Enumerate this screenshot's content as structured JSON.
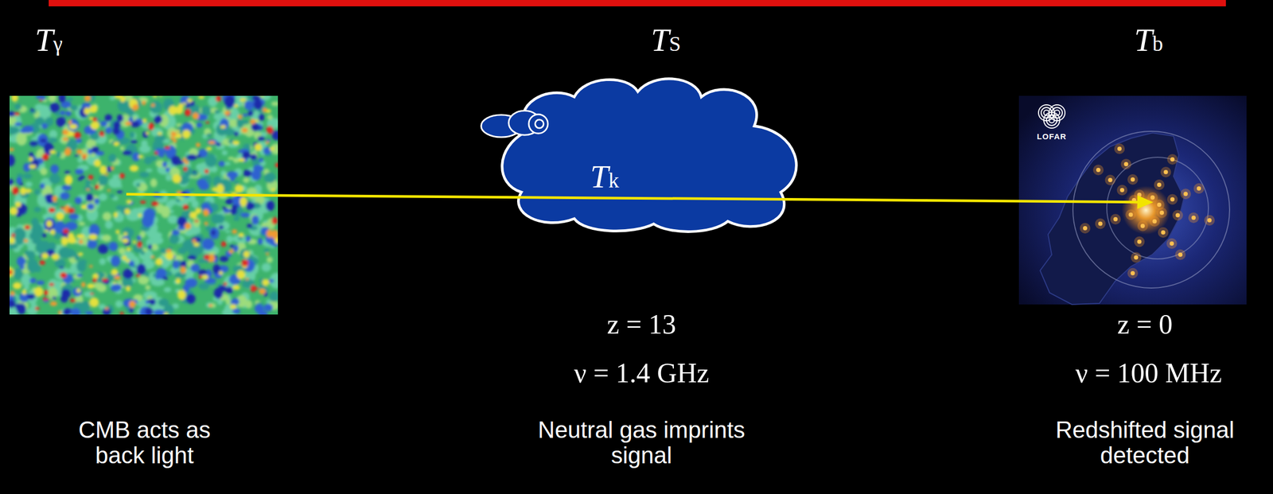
{
  "diagram": {
    "nodes": [
      {
        "text": [
          "Tγ"
        ]
      },
      {
        "text": [
          "TS",
          "Tk"
        ]
      },
      {
        "text": [
          "Tb"
        ]
      }
    ],
    "edges": [
      {
        "from": 0,
        "to": 2,
        "arrow": "to"
      }
    ],
    "labels": [
      "LOFAR",
      "z = 13",
      "ν = 1.4 GHz",
      "z = 0",
      "ν = 100 MHz",
      "CMB acts as back light",
      "Neutral gas imprints signal",
      "Redshifted signal detected"
    ]
  }
}
